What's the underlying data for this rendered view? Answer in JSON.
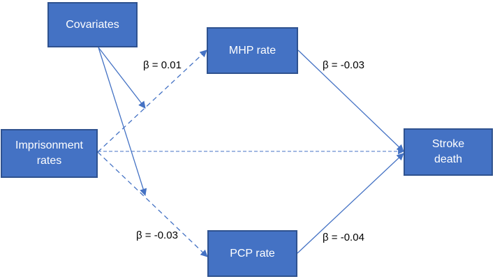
{
  "nodes": {
    "covariates": "Covariates",
    "mhp_rate": "MHP rate",
    "imprisonment_rates": "Imprisonment\nrates",
    "stroke_death": "Stroke\ndeath",
    "pcp_rate": "PCP rate"
  },
  "coefficients": {
    "imprisonment_to_mhp": "β = 0.01",
    "mhp_to_stroke": "β = -0.03",
    "imprisonment_to_pcp": "β = -0.03",
    "pcp_to_stroke": "β = -0.04"
  },
  "colors": {
    "box_fill": "#4472c4",
    "box_border": "#2f528f",
    "arrow": "#4472c4",
    "text_on_box": "#ffffff"
  }
}
